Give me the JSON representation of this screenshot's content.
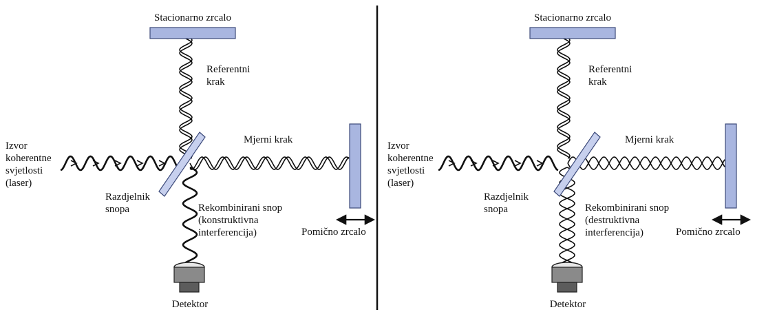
{
  "colors": {
    "mirror_fill": "#a9b6e0",
    "mirror_stroke": "#3c4a7a",
    "detector_fill": "#8a8a8a",
    "detector_dark": "#5c5c5c",
    "wave": "#111111",
    "divider": "#111111"
  },
  "panels": [
    {
      "variant": "constructive",
      "stationary_mirror": "Stacionarno zrcalo",
      "reference_arm": [
        "Referentni",
        "krak"
      ],
      "measurement_arm": "Mjerni krak",
      "source": [
        "Izvor",
        "koherentne",
        "svjetlosti",
        "(laser)"
      ],
      "beam_splitter": [
        "Razdjelnik",
        "snopa"
      ],
      "recombined": [
        "Rekombinirani snop",
        "(konstruktivna",
        "interferencija)"
      ],
      "movable_mirror": "Pomično zrcalo",
      "detector": "Detektor"
    },
    {
      "variant": "destructive",
      "stationary_mirror": "Stacionarno zrcalo",
      "reference_arm": [
        "Referentni",
        "krak"
      ],
      "measurement_arm": "Mjerni krak",
      "source": [
        "Izvor",
        "koherentne",
        "svjetlosti",
        "(laser)"
      ],
      "beam_splitter": [
        "Razdjelnik",
        "snopa"
      ],
      "recombined": [
        "Rekombinirani snop",
        "(destruktivna",
        "interferencija)"
      ],
      "movable_mirror": "Pomično zrcalo",
      "detector": "Detektor"
    }
  ],
  "icons": [
    "mirror-icon",
    "beam-splitter-icon",
    "detector-icon",
    "double-arrow-icon"
  ]
}
